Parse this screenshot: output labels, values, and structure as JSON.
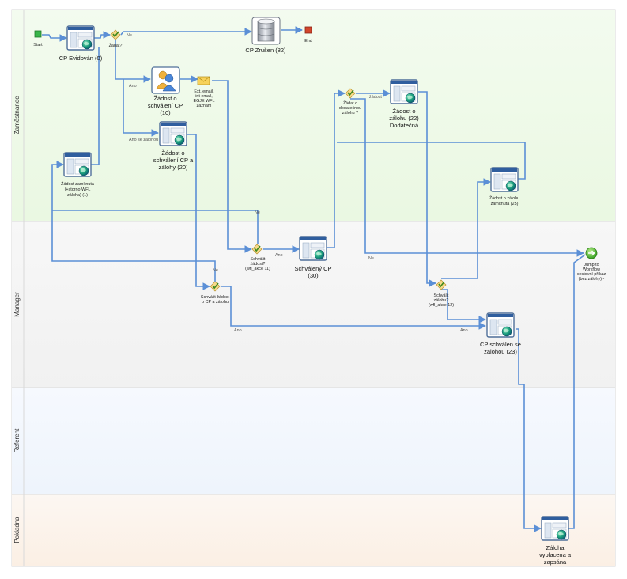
{
  "lanes": [
    {
      "id": "zamestnanec",
      "label": "Zaměstnanec"
    },
    {
      "id": "manager",
      "label": "Manager"
    },
    {
      "id": "referent",
      "label": "Referent"
    },
    {
      "id": "pokladna",
      "label": "Pokladna"
    }
  ],
  "nodes": {
    "start": "Start",
    "end": "End",
    "cp_evidovan": "CP Evidován (0)",
    "zadat": "Žádat?",
    "cp_zrusen": "CP Zrušen (82)",
    "zadost_schvaleni_cp": [
      "Žádost o",
      "schválení CP",
      "(10)"
    ],
    "email": [
      "Ext. email,",
      "int email,",
      "EGJE WFL",
      "záznam"
    ],
    "zadat_dodatecnou": [
      "Žádat o",
      "dodatečnou",
      "zálohu ?"
    ],
    "zadost_zalohu_dodatecna": [
      "Žádost o",
      "zálohu (22)",
      "Dodatečná"
    ],
    "zadost_cp_zalohy": [
      "Žádost o",
      "schválení CP a",
      "zálohy (20)"
    ],
    "zadost_zamitnuta": [
      "Žádost zamítnuta",
      "(+storno WFL",
      "záloha) (1)"
    ],
    "zadost_zalohu_zamitnuta": [
      "Žádost o zálohu",
      "zamítnuta (25)"
    ],
    "schvalit_zadost": [
      "Schválit",
      "žádost?",
      "(wfl_akce 11)"
    ],
    "schvaleny_cp": [
      "Schválený CP",
      "(30)"
    ],
    "schvalit_zadost_zalohu": [
      "Schválit žádost",
      "o CP a zálohu"
    ],
    "schvalit_zalohu": [
      "Schválit",
      "zálohu?",
      "(wfl_akce 12)"
    ],
    "jump": [
      "Jump to",
      "Workflow",
      "cestovní příkaz",
      "(bez zálohy) -"
    ],
    "cp_schvalen_zalohou": [
      "CP schválen se",
      "zálohou (23)"
    ],
    "zaloha_vyplacena": [
      "Záloha",
      "vyplacena a",
      "zapsána"
    ]
  },
  "edge_labels": {
    "ne": "Ne",
    "ano": "Ano",
    "ano_se_zalohou": "Ano se zálohou",
    "zadost": "žádost"
  }
}
